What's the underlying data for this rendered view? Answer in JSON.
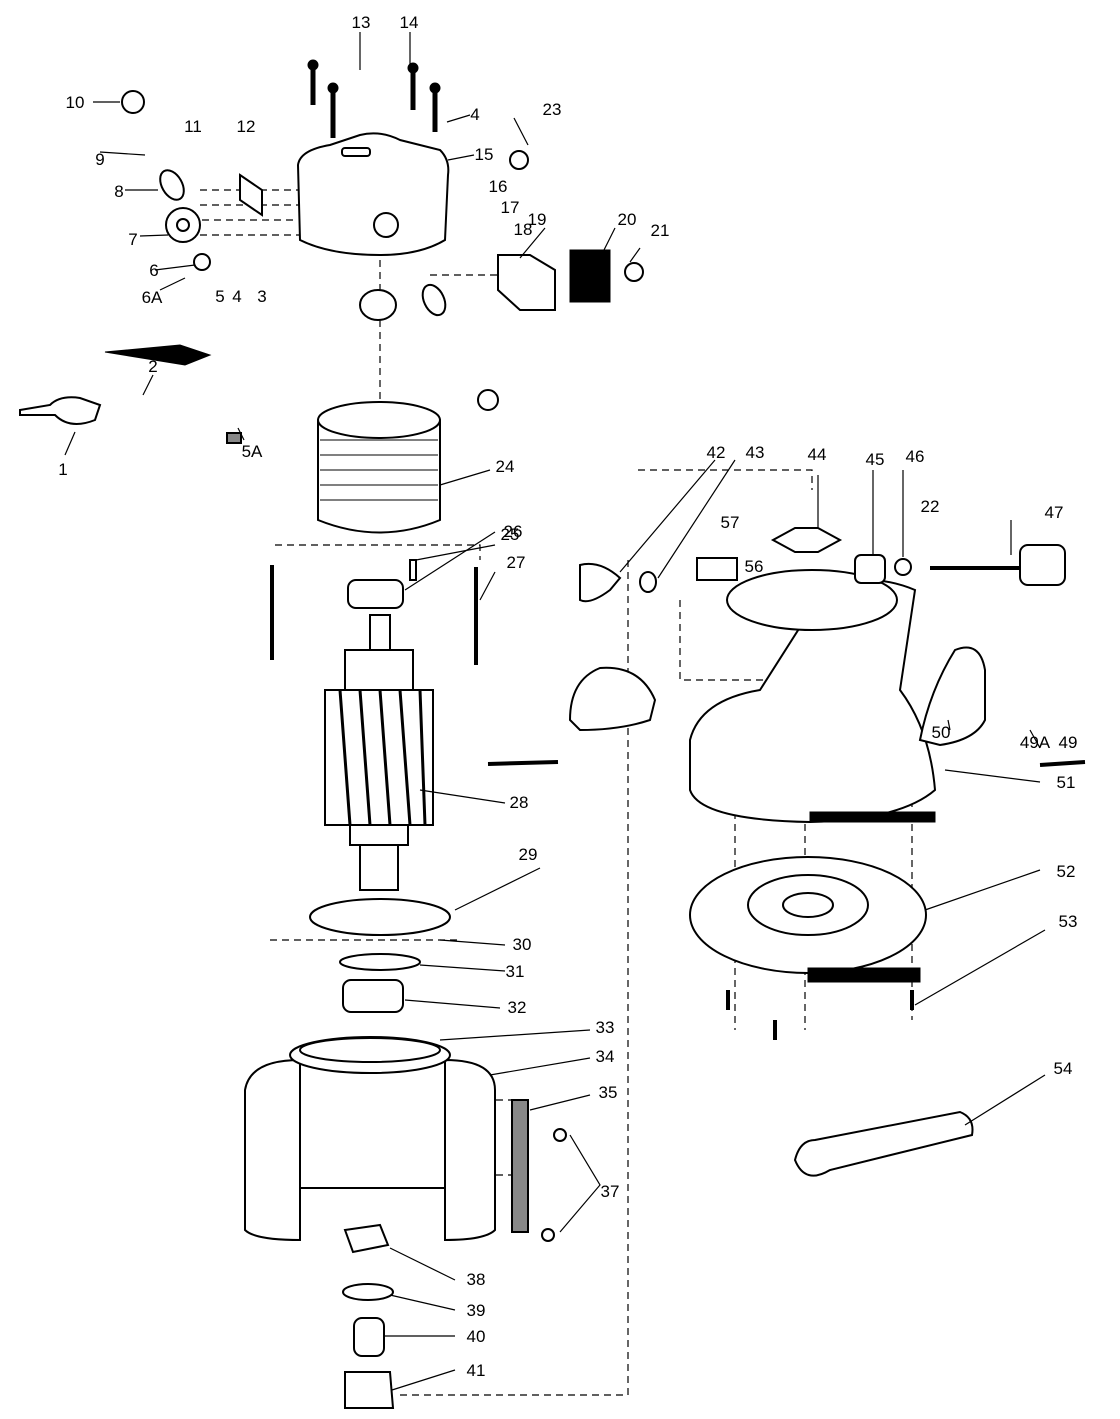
{
  "title": "Router exploded parts diagram",
  "labels": [
    "1",
    "2",
    "3",
    "4",
    "5",
    "5A",
    "6",
    "6A",
    "7",
    "8",
    "9",
    "10",
    "11",
    "12",
    "13",
    "14",
    "4",
    "15",
    "16",
    "17",
    "18",
    "19",
    "20",
    "21",
    "23",
    "24",
    "25",
    "26",
    "27",
    "28",
    "29",
    "30",
    "31",
    "32",
    "33",
    "34",
    "35",
    "37",
    "38",
    "39",
    "40",
    "41",
    "42",
    "43",
    "44",
    "45",
    "46",
    "22",
    "47",
    "56",
    "57",
    "50",
    "49",
    "49A",
    "51",
    "52",
    "53",
    "54"
  ]
}
